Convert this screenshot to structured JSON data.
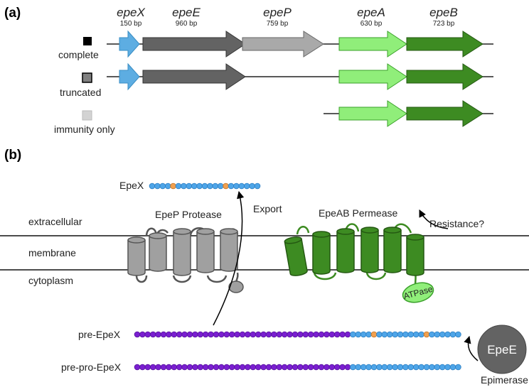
{
  "panels": {
    "a_label": "(a)",
    "b_label": "(b)"
  },
  "genes": [
    {
      "name": "epeX",
      "bp": "150 bp",
      "color": "#5dade2"
    },
    {
      "name": "epeE",
      "bp": "960 bp",
      "color": "#636363"
    },
    {
      "name": "epeP",
      "bp": "759 bp",
      "color": "#a9a9a9"
    },
    {
      "name": "epeA",
      "bp": "630 bp",
      "color": "#90ee7a"
    },
    {
      "name": "epeB",
      "bp": "723 bp",
      "color": "#3d8b22"
    }
  ],
  "legend": [
    {
      "label": "complete",
      "color": "#000000"
    },
    {
      "label": "truncated",
      "color": "#808080"
    },
    {
      "label": "immunity only",
      "color": "#d3d3d3"
    }
  ],
  "membrane_layers": [
    "extracellular",
    "membrane",
    "cytoplasm"
  ],
  "labels": {
    "epex": "EpeX",
    "epep_protease": "EpeP Protease",
    "export": "Export",
    "epeab_permease": "EpeAB Permease",
    "resistance": "Resistance?",
    "atpase": "ATPase",
    "pre_epex": "pre-EpeX",
    "pre_pro_epex": "pre-pro-EpeX",
    "epee": "EpeE",
    "epimerase": "Epimerase"
  },
  "colors": {
    "peptide_blue": "#4ea5e8",
    "peptide_purple": "#7a1fd0",
    "modified_orange": "#f0a050",
    "protease_gray": "#a0a0a0",
    "permease_green": "#3d8b22"
  }
}
